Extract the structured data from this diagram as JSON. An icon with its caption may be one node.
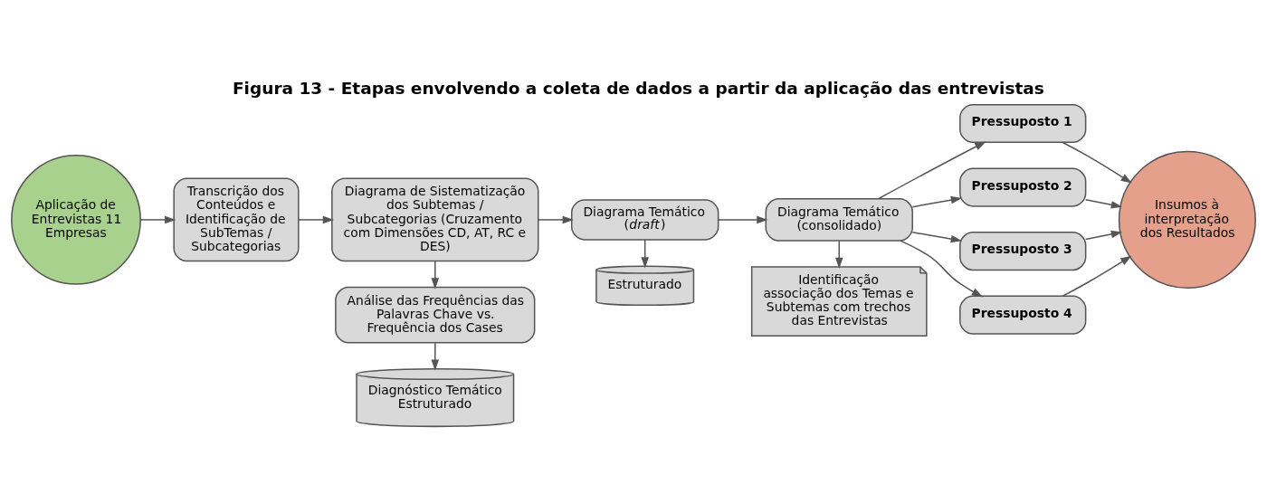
{
  "diagram": {
    "title": "Figura 13 - Etapas envolvendo a coleta de dados a partir da aplicação das entrevistas",
    "nodes": [
      {
        "text": [
          "Aplicação de Entrevistas 11 Empresas"
        ]
      },
      {
        "text": [
          "Transcrição dos Conteúdos e Identificação de SubTemas / Subcategorias"
        ]
      },
      {
        "text": [
          "Diagrama de Sistematização dos Subtemas / Subcategorias (Cruzamento com Dimensões CD, AT, RC e DES)"
        ]
      },
      {
        "text": [
          "Análise das Frequências das Palavras Chave vs. Frequência dos Cases"
        ]
      },
      {
        "text": [
          "Diagnóstico Temático Estruturado"
        ]
      },
      {
        "text": [
          "Diagrama Temático (*draft*)"
        ]
      },
      {
        "text": [
          "Estruturado"
        ]
      },
      {
        "text": [
          "Diagrama Temático (consolidado)"
        ]
      },
      {
        "text": [
          "Identificação associação dos Temas e Subtemas com trechos das Entrevistas"
        ]
      },
      {
        "text": [
          "Pressuposto 1"
        ]
      },
      {
        "text": [
          "Pressuposto 2"
        ]
      },
      {
        "text": [
          "Pressuposto 3"
        ]
      },
      {
        "text": [
          "Pressuposto 4"
        ]
      },
      {
        "text": [
          "Insumos à interpretação dos Resultados"
        ]
      }
    ],
    "edges": [
      {
        "from": 0,
        "to": 1,
        "arrow": "to"
      },
      {
        "from": 1,
        "to": 2,
        "arrow": "to"
      },
      {
        "from": 2,
        "to": 3,
        "arrow": "to"
      },
      {
        "from": 3,
        "to": 4,
        "arrow": "to"
      },
      {
        "from": 2,
        "to": 5,
        "arrow": "to"
      },
      {
        "from": 5,
        "to": 6,
        "arrow": "to"
      },
      {
        "from": 5,
        "to": 7,
        "arrow": "to"
      },
      {
        "from": 7,
        "to": 8,
        "arrow": "to"
      },
      {
        "from": 7,
        "to": 9,
        "arrow": "to"
      },
      {
        "from": 7,
        "to": 10,
        "arrow": "to"
      },
      {
        "from": 7,
        "to": 11,
        "arrow": "to"
      },
      {
        "from": 7,
        "to": 12,
        "arrow": "to"
      },
      {
        "from": 9,
        "to": 13,
        "arrow": "to"
      },
      {
        "from": 10,
        "to": 13,
        "arrow": "to"
      },
      {
        "from": 11,
        "to": 13,
        "arrow": "to"
      },
      {
        "from": 12,
        "to": 13,
        "arrow": "to"
      }
    ]
  }
}
